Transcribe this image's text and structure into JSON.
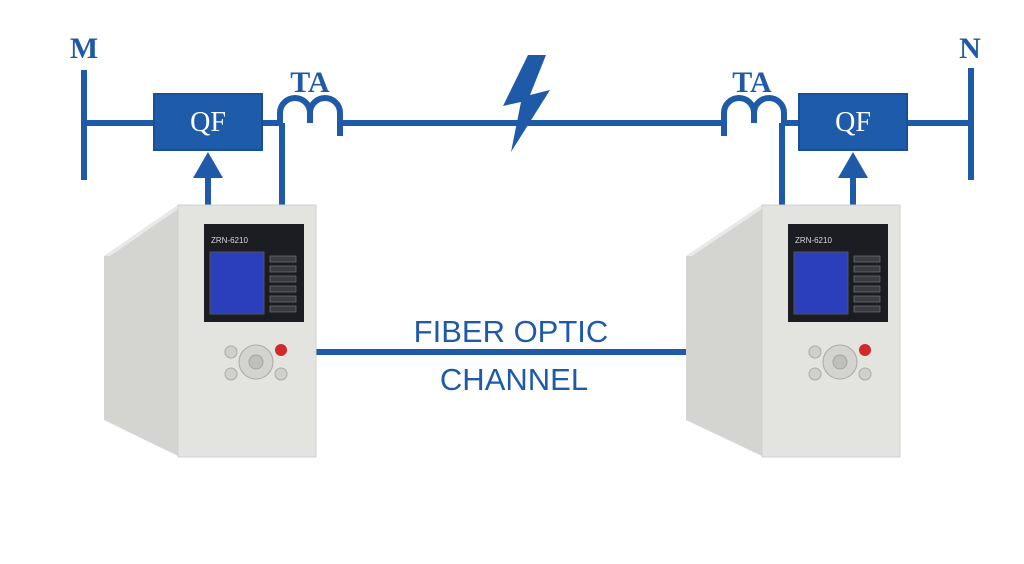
{
  "colors": {
    "line": "#1f5aa8",
    "breaker_fill": "#1e5bab",
    "device_front": "#e4e5e1",
    "device_side": "#d5d6d1",
    "panel": "#1b1d22",
    "screen": "#2a3fbe",
    "red_button": "#d02a2a"
  },
  "labels": {
    "bus_left": "M",
    "bus_right": "N",
    "breaker_left": "QF",
    "breaker_right": "QF",
    "ct_left": "TA",
    "ct_right": "TA",
    "channel_line1": "FIBER OPTIC",
    "channel_line2": "CHANNEL"
  },
  "devices": {
    "left_model": "ZRN-6210",
    "right_model": "ZRN-6210"
  },
  "icons": {
    "fault": "lightning-bolt-icon",
    "trip": "arrow-up-icon"
  }
}
